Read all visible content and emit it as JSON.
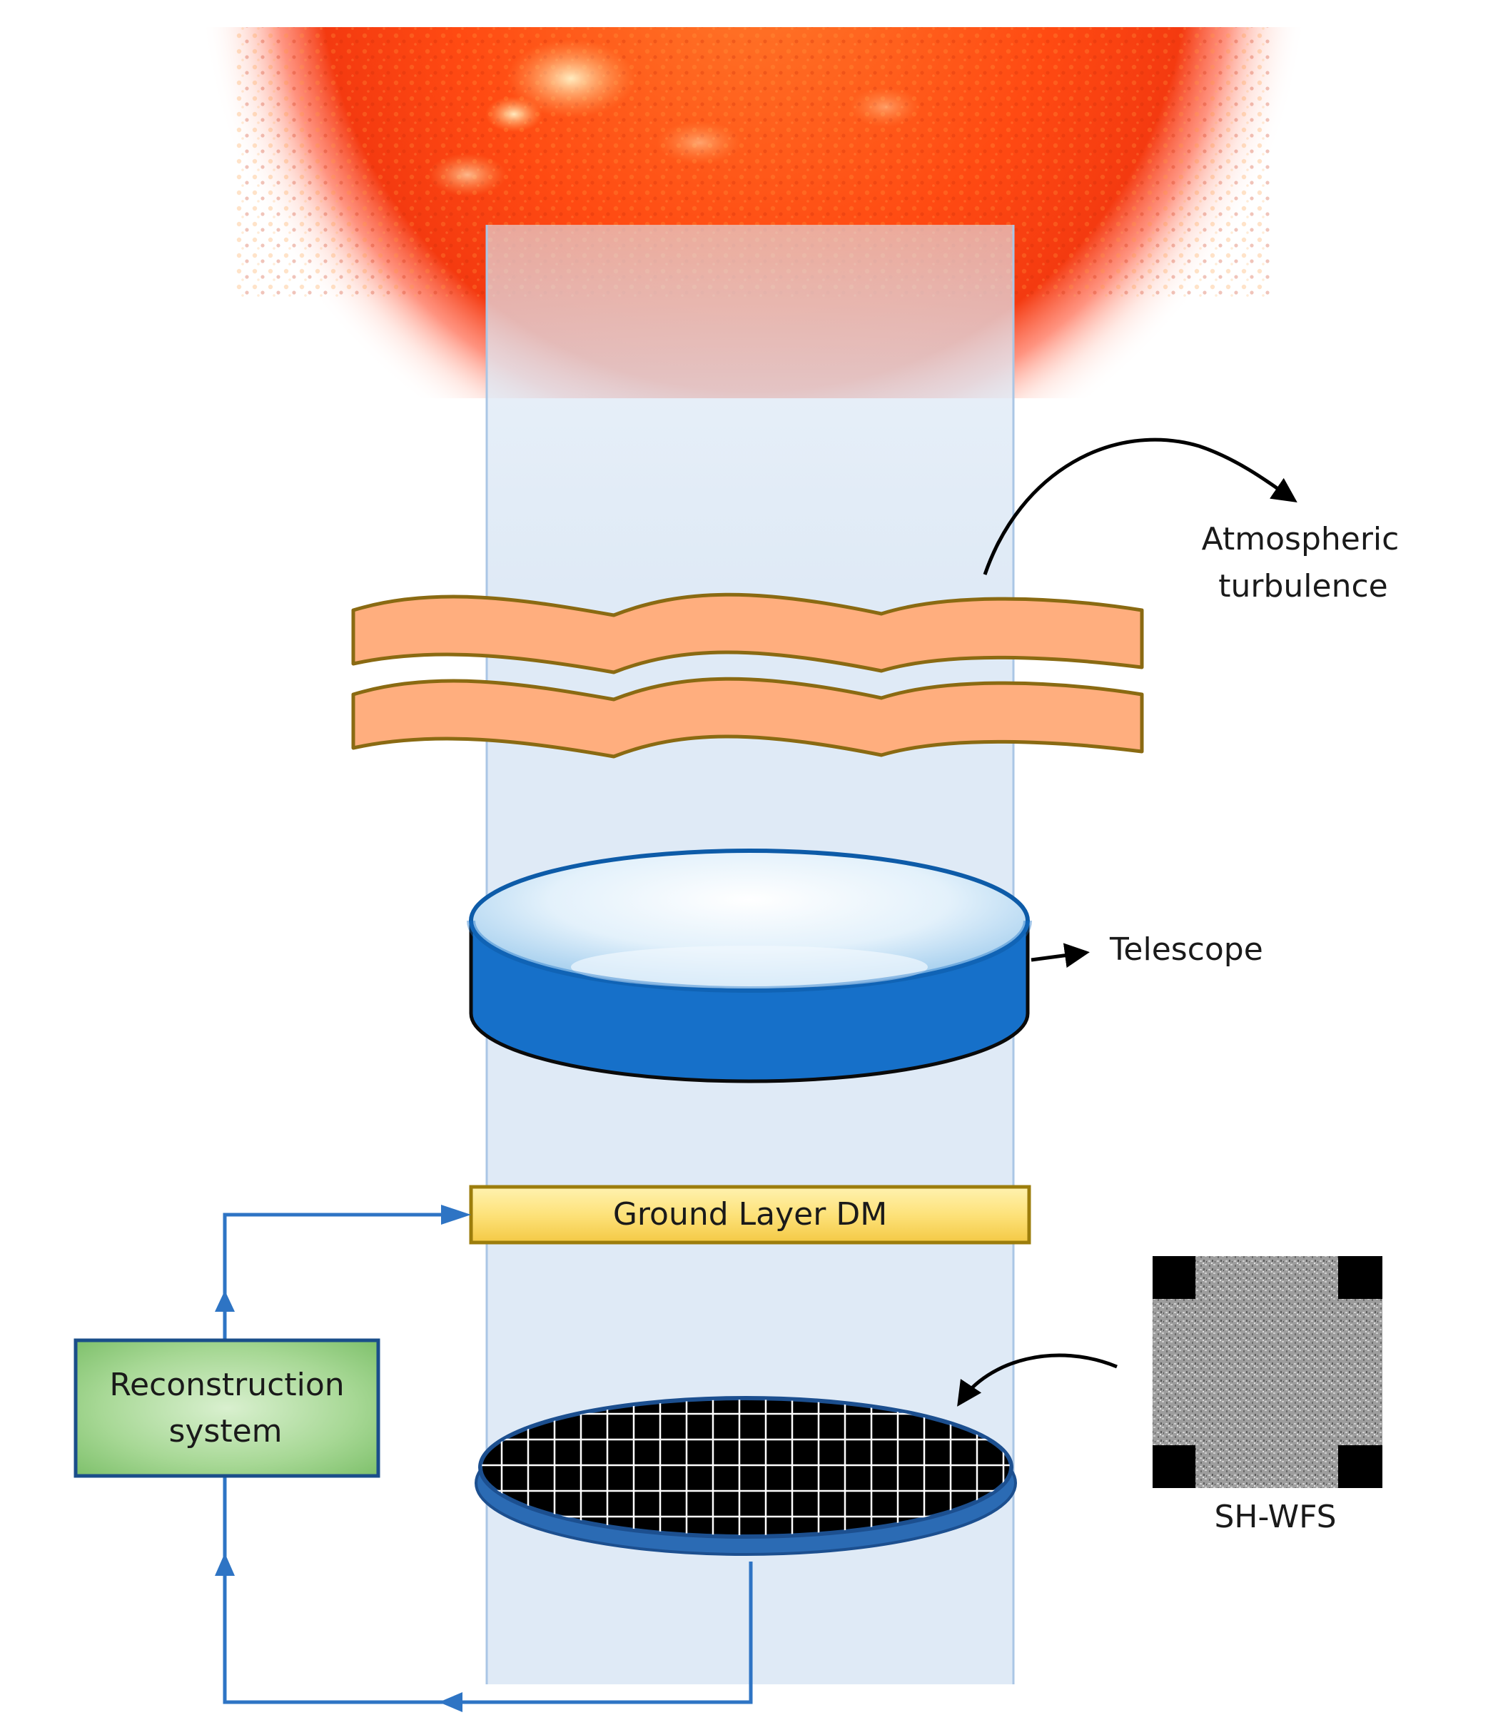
{
  "labels": {
    "atmospheric_line1": "Atmospheric",
    "atmospheric_line2": "turbulence",
    "telescope": "Telescope",
    "ground_layer_dm": "Ground Layer DM",
    "reconstruction_line1": "Reconstruction",
    "reconstruction_line2": "system",
    "sh_wfs": "SH-WFS"
  },
  "colors": {
    "sun_core": "#ff5a1a",
    "sun_bright": "#ffd27a",
    "light_beam": "#dde9f6",
    "beam_edge": "#a9c5e4",
    "turbulence_fill": "#ffae7e",
    "turbulence_stroke": "#8a6a12",
    "telescope_blue": "#1670c9",
    "telescope_inner": "#d9ecf8",
    "dm_fill": "#fde27a",
    "dm_stroke": "#9c7d0c",
    "recon_fill": "#9fd38f",
    "recon_stroke": "#1a4e8a",
    "loop_line": "#2e74c4",
    "wfs_frame": "#000000",
    "wfs_pattern": "#9a9a9a"
  },
  "icons": {
    "sun": "sun-image",
    "turbulence": "wavy-layer-icon",
    "telescope": "telescope-aperture-icon",
    "sensor_grid": "lenslet-grid-icon",
    "wfs_image": "wavefront-sensor-image"
  }
}
